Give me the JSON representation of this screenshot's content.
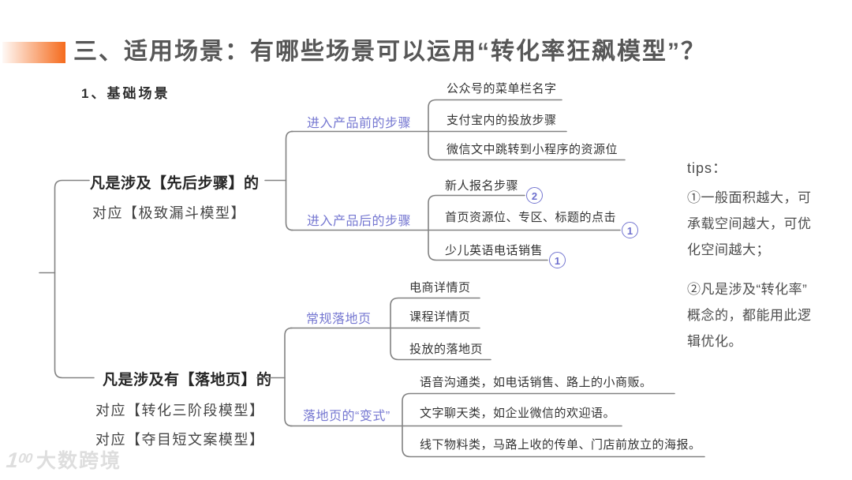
{
  "colors": {
    "accent_orange": "#F56B1D",
    "node_purple": "#7577D1",
    "line_gray": "#828282"
  },
  "header": {
    "title": "三、适用场景：有哪些场景可以运用“转化率狂飙模型”？",
    "section_label": "1、基础场景"
  },
  "tree": {
    "branch1": {
      "label": "凡是涉及【先后步骤】的",
      "note": "对应【极致漏斗模型】",
      "group1": {
        "label": "进入产品前的步骤",
        "items": [
          "公众号的菜单栏名字",
          "支付宝内的投放步骤",
          "微信文中跳转到小程序的资源位"
        ]
      },
      "group2": {
        "label": "进入产品后的步骤",
        "items": [
          "新人报名步骤",
          "首页资源位、专区、标题的点击",
          "少儿英语电话销售"
        ],
        "badges": [
          "2",
          "1",
          "1"
        ]
      }
    },
    "branch2": {
      "label": "凡是涉及有【落地页】的",
      "note1": "对应【转化三阶段模型】",
      "note2": "对应【夺目短文案模型】",
      "group1": {
        "label": "常规落地页",
        "items": [
          "电商详情页",
          "课程详情页",
          "投放的落地页"
        ]
      },
      "group2": {
        "label": "落地页的“变式”",
        "items": [
          "语音沟通类，如电话销售、路上的小商贩。",
          "文字聊天类，如企业微信的欢迎语。",
          "线下物料类，马路上收的传单、门店前放立的海报。"
        ]
      }
    }
  },
  "tips": {
    "title": "tips：",
    "p1_lines": [
      "①一般面积越大，可",
      "承载空间越大，可优",
      "化空间越大；"
    ],
    "p2_lines": [
      "②凡是涉及“转化率”",
      "概念的，都能用此逻",
      "辑优化。"
    ]
  },
  "watermark": {
    "logo_number": "1",
    "logo_sup": "00",
    "text": "大数跨境"
  }
}
